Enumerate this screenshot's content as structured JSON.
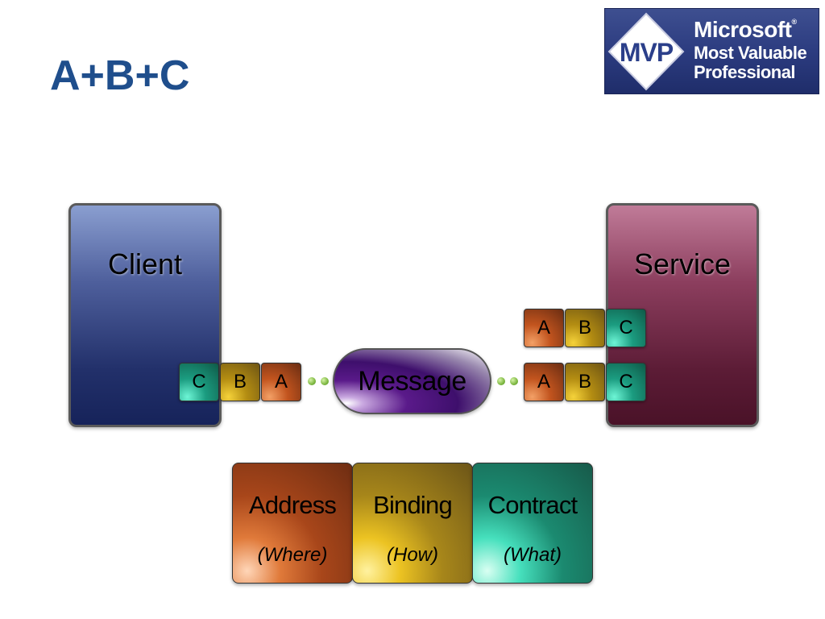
{
  "slide": {
    "title": "A+B+C"
  },
  "logo": {
    "badge": "MVP",
    "line1": "Microsoft",
    "trademark": "®",
    "line2": "Most Valuable",
    "line3": "Professional"
  },
  "client": {
    "label": "Client",
    "tiles": [
      "C",
      "B",
      "A"
    ]
  },
  "service": {
    "label": "Service",
    "endpoints": [
      {
        "tiles": [
          "A",
          "B",
          "C"
        ]
      },
      {
        "tiles": [
          "A",
          "B",
          "C"
        ]
      }
    ]
  },
  "message": {
    "label": "Message"
  },
  "legend": [
    {
      "name": "Address",
      "sub": "(Where)"
    },
    {
      "name": "Binding",
      "sub": "(How)"
    },
    {
      "name": "Contract",
      "sub": "(What)"
    }
  ],
  "colors": {
    "title": "#1f4e8c",
    "address": "#a8461a",
    "binding": "#a7861a",
    "contract": "#1b8a70",
    "client": "#22306a",
    "service": "#5c1c36",
    "message": "#3e0f6c"
  }
}
